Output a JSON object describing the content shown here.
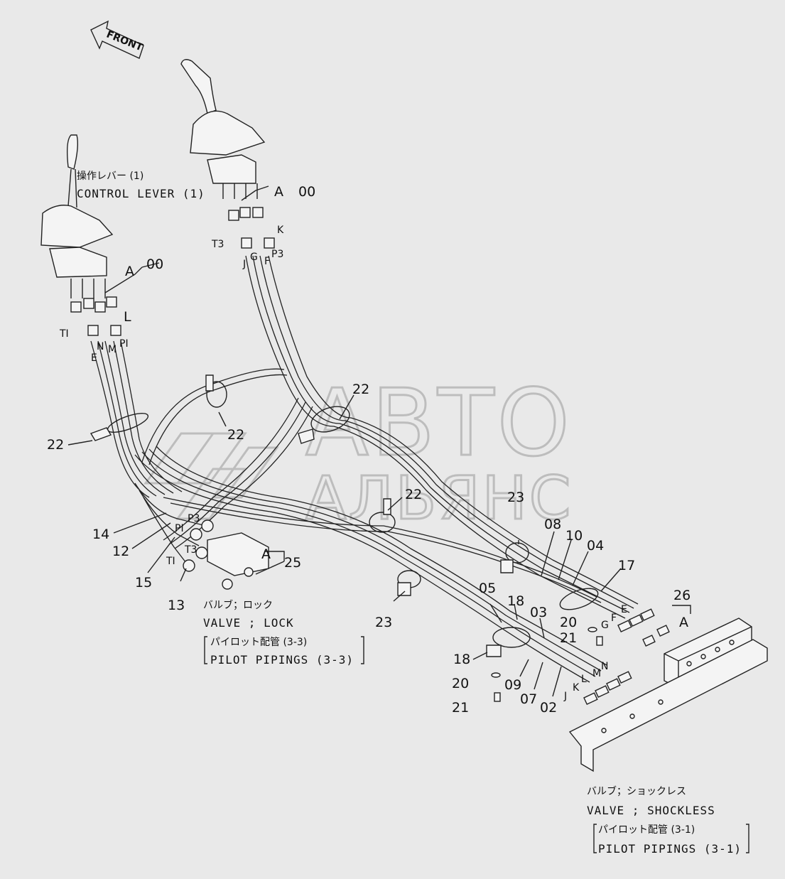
{
  "front_label": "FRONT",
  "watermark": {
    "line1": "АВТО",
    "line2": "АЛЬЯНС",
    "color": "#bdbdbd"
  },
  "control_lever": {
    "jp": "操作レバー (1)",
    "en": "CONTROL LEVER (1)"
  },
  "valve_lock": {
    "jp": "バルブ；ロック",
    "en": "VALVE ; LOCK",
    "ref_jp": "パイロット配管 (3-3)",
    "ref_en": "PILOT PIPINGS (3-3)"
  },
  "valve_shockless": {
    "jp": "バルブ；ショックレス",
    "en": "VALVE ; SHOCKLESS",
    "ref_jp": "パイロット配管 (3-1)",
    "ref_en": "PILOT PIPINGS (3-1)"
  },
  "callouts": {
    "a00_left": "A",
    "a00_left_n": "00",
    "a00_right": "A",
    "a00_right_n": "00",
    "n22a": "22",
    "n22b": "22",
    "n22c": "22",
    "n22d": "22",
    "n14": "14",
    "n12": "12",
    "n15": "15",
    "n13": "13",
    "n25": "25",
    "a_lock": "A",
    "n23a": "23",
    "n23b": "23",
    "n08": "08",
    "n10": "10",
    "n04": "04",
    "n17": "17",
    "n26": "26",
    "a_sh": "A",
    "n05": "05",
    "n18a": "18",
    "n03": "03",
    "n20a": "20",
    "n21a": "21",
    "n18b": "18",
    "n20b": "20",
    "n21b": "21",
    "n09": "09",
    "n07": "07",
    "n02": "02"
  },
  "port_letters": {
    "t1_top": "TI",
    "n_top": "N",
    "e_top": "E",
    "m_top": "M",
    "pi_top": "PI",
    "l_top": "L",
    "t3_top": "T3",
    "j_top": "J",
    "g_top": "G",
    "f_top": "F",
    "p3_top": "P3",
    "k_top": "K",
    "p3_lock": "P3",
    "pi_lock": "PI",
    "t3_lock": "T3",
    "t1_lock": "TI",
    "e_sh": "E",
    "f_sh": "F",
    "g_sh": "G",
    "n_sh": "N",
    "m_sh": "M",
    "l_sh": "L",
    "k_sh": "K",
    "j_sh": "J"
  }
}
